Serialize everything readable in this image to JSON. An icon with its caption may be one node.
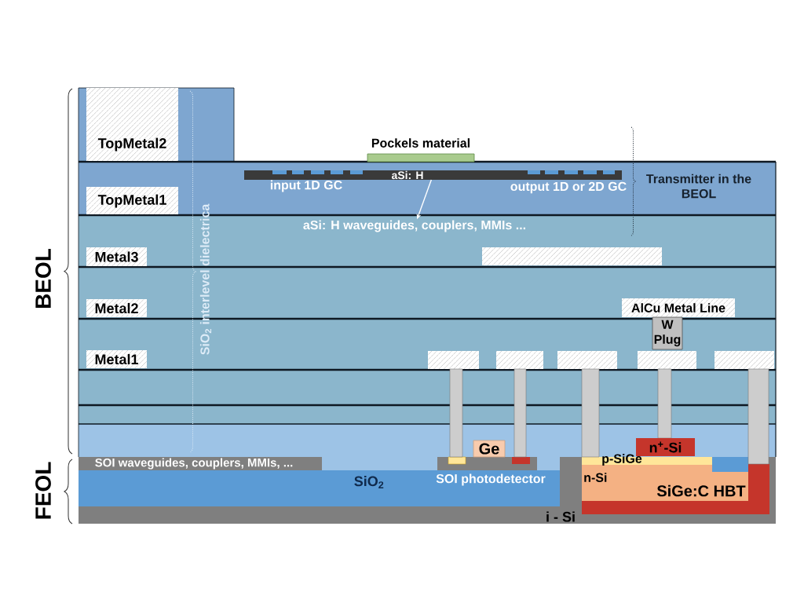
{
  "diagram": {
    "nodes": [
      {
        "text": [
          "TopMetal2"
        ]
      },
      {
        "text": [
          "Pockels material"
        ]
      },
      {
        "text": [
          "aSi: H"
        ],
        "beside": [
          "input 1D GC",
          "output 1D or 2D GC"
        ]
      },
      {
        "text": [
          "TopMetal1"
        ]
      },
      {
        "text": [
          "aSi: H waveguides, couplers, MMIs ..."
        ]
      },
      {
        "text": [
          "Metal3"
        ]
      },
      {
        "text": [],
        "shape": "box"
      },
      {
        "text": [
          "Metal2"
        ]
      },
      {
        "text": [
          "AlCu Metal Line"
        ]
      },
      {
        "text": [
          "W Plug"
        ]
      },
      {
        "text": [
          "Metal1"
        ]
      },
      {
        "text": [],
        "shape": "box"
      },
      {
        "text": [],
        "shape": "box"
      },
      {
        "text": [],
        "shape": "box"
      },
      {
        "text": [],
        "shape": "box"
      },
      {
        "text": [],
        "shape": "box"
      },
      {
        "text": [],
        "shape": "bar"
      },
      {
        "text": [],
        "shape": "bar"
      },
      {
        "text": [],
        "shape": "bar"
      },
      {
        "text": [],
        "shape": "bar"
      },
      {
        "text": [],
        "shape": "bar"
      },
      {
        "text": [
          "Ge"
        ]
      },
      {
        "text": [
          "n$^{+}$-Si"
        ]
      },
      {
        "text": [
          "i - Si"
        ]
      },
      {
        "text": [
          "SOI waveguides, couplers, MMIs, ..."
        ],
        "in": 23
      },
      {
        "text": [
          "n-Si",
          "SiGe:C HBT"
        ],
        "in": 23
      },
      {
        "text": [
          "p-SiGe"
        ],
        "in": 25
      },
      {
        "text": [
          "SiO$_{2}$"
        ],
        "in": 23
      }
    ],
    "edges": [
      {
        "from": 2,
        "to": 4,
        "arrow": "to"
      }
    ],
    "labels": [
      "Transmitter in the BEOL",
      "BEOL",
      "SiO$_{2}$ interlevel dielectrica",
      "SOI photodetector",
      "FEOL"
    ]
  }
}
